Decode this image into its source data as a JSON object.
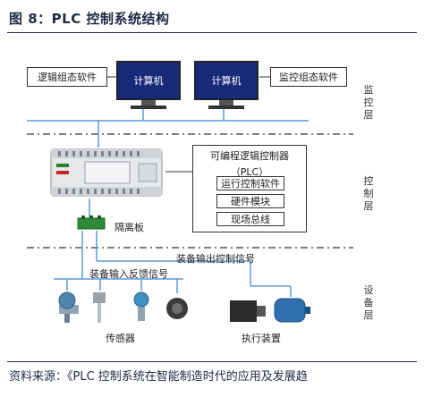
{
  "header": {
    "title": "图 8：PLC 控制系统结构"
  },
  "monitoring": {
    "left_software": "逻辑组态软件",
    "right_software": "监控组态软件",
    "computer_left": "计算机",
    "computer_right": "计算机",
    "layer_label": "监控层"
  },
  "control": {
    "programmable_controller_line1": "可编程逻辑控制器",
    "programmable_controller_line2": "（PLC）",
    "items": [
      "运行控制软件",
      "硬件模块",
      "现场总线"
    ],
    "isolation_board": "隔离板",
    "layer_label": "控制层"
  },
  "device": {
    "output_signal": "装备输出控制信号",
    "input_feedback": "装备输入反馈信号",
    "sensors": "传感器",
    "actuators": "执行装置",
    "layer_label": "设备层"
  },
  "footer": {
    "source": "资料来源：《PLC 控制系统在智能制造时代的应用及发展趋"
  },
  "colors": {
    "accent_line": "#5b9bd5",
    "screen": "#1a2a7a",
    "dashed": "#333333"
  }
}
